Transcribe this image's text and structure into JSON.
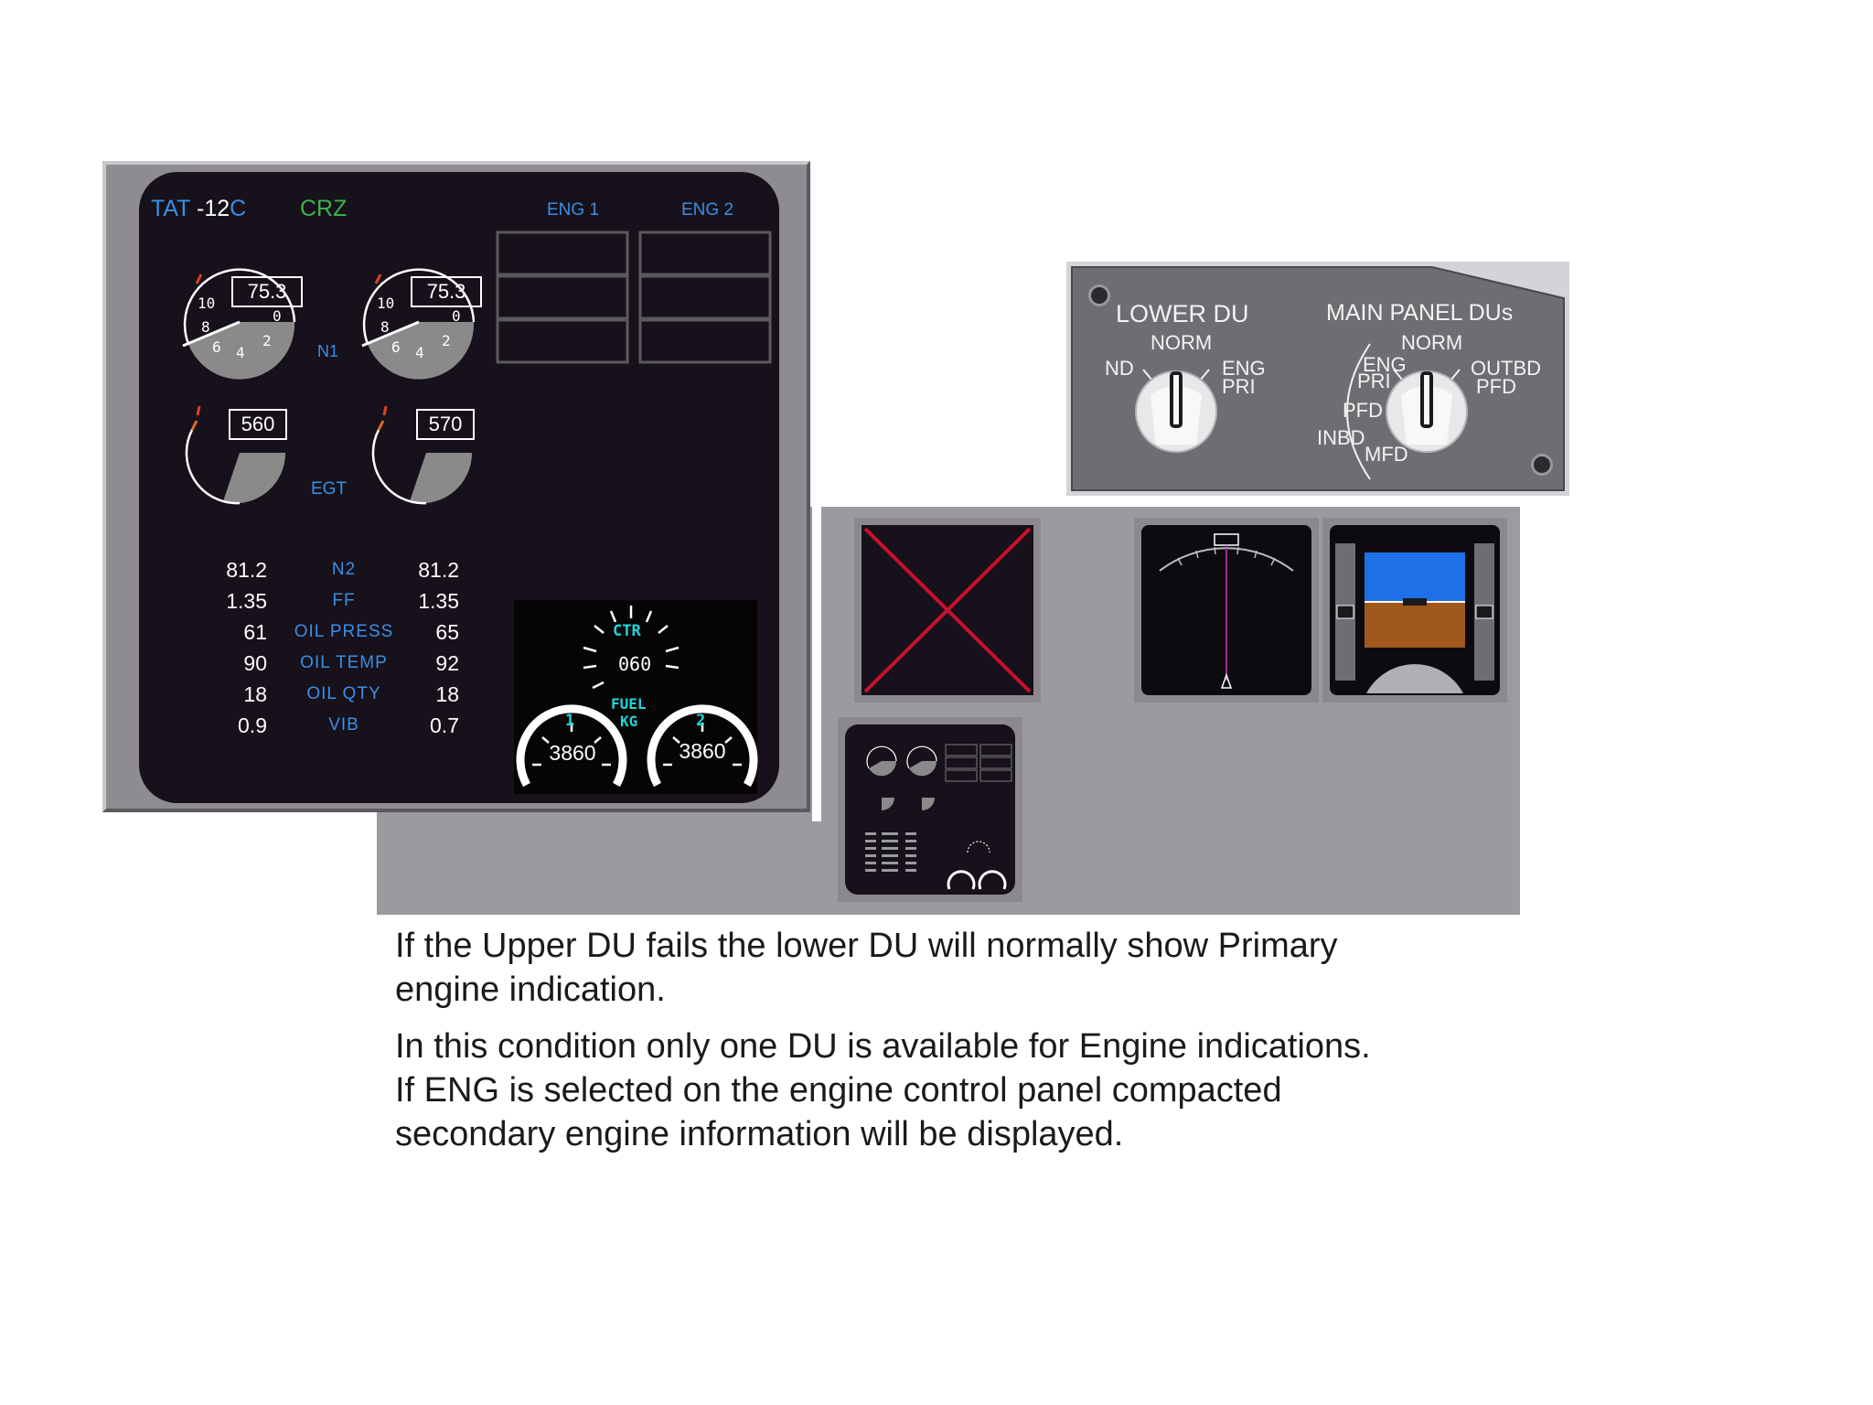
{
  "eicas": {
    "tat_label": "TAT",
    "tat_value": "-12",
    "tat_unit": "C",
    "mode": "CRZ",
    "eng1_label": "ENG 1",
    "eng2_label": "ENG 2",
    "n1_label": "N1",
    "egt_label": "EGT",
    "n1_left": "75.3",
    "n1_right": "75.3",
    "n1_ticks": [
      "10",
      "8",
      "6",
      "4",
      "2",
      "0"
    ],
    "egt_left": "560",
    "egt_right": "570",
    "secondary": [
      {
        "label": "N2",
        "left": "81.2",
        "right": "81.2"
      },
      {
        "label": "FF",
        "left": "1.35",
        "right": "1.35"
      },
      {
        "label": "OIL PRESS",
        "left": "61",
        "right": "65"
      },
      {
        "label": "OIL TEMP",
        "left": "90",
        "right": "92"
      },
      {
        "label": "OIL QTY",
        "left": "18",
        "right": "18"
      },
      {
        "label": "VIB",
        "left": "0.9",
        "right": "0.7"
      }
    ],
    "fuel": {
      "ctr_label": "CTR",
      "ctr_value": "060",
      "fuel_label": "FUEL",
      "unit_label": "KG",
      "tank1_label": "1",
      "tank2_label": "2",
      "tank1_value": "3860",
      "tank2_value": "3860"
    }
  },
  "selector_panel": {
    "lower_du_title": "LOWER DU",
    "lower_norm": "NORM",
    "lower_nd": "ND",
    "lower_eng": "ENG",
    "lower_pri": "PRI",
    "main_title": "MAIN PANEL DUs",
    "main_norm": "NORM",
    "main_eng": "ENG",
    "main_pri": "PRI",
    "main_outbd": "OUTBD",
    "main_pfd_right": "PFD",
    "main_pfd_left": "PFD",
    "main_inbd": "INBD",
    "main_mfd": "MFD"
  },
  "caption": {
    "p1_line1": "If the Upper DU fails the lower DU will normally show Primary",
    "p1_line2": "engine indication.",
    "p2_line1": "In this condition only one DU is available for Engine indications.",
    "p2_line2": "If ENG is selected on the engine control panel compacted",
    "p2_line3": "secondary engine information will be displayed."
  },
  "colors": {
    "eicas_blue": "#3b8fe6",
    "eicas_green": "#3cb44a",
    "fuel_cyan": "#22d3d8",
    "fail_cross": "#c8102e",
    "panel_gray": "#6f6d72"
  }
}
